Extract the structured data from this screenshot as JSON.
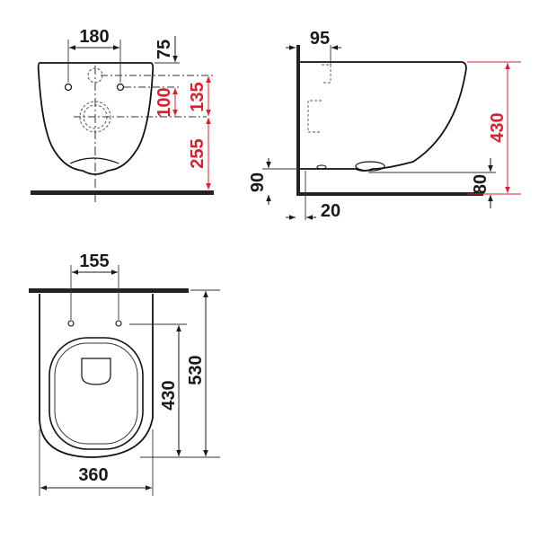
{
  "drawing": {
    "subject": "wall-hung toilet dimension drawing",
    "colors": {
      "outline": "#111111",
      "dimension_black": "#1a1a1a",
      "dimension_red": "#d9202f",
      "background": "#ffffff"
    },
    "units": "mm"
  },
  "front_view": {
    "dimensions": {
      "fixing_hole_spacing": "180",
      "top_to_fixings": "75",
      "inlet_to_outlet_center": "100",
      "top_inlet_to_outlet": "135",
      "outlet_to_floor": "255"
    }
  },
  "side_view": {
    "dimensions": {
      "inlet_depth_from_wall": "95",
      "total_height": "430",
      "base_height_left": "90",
      "base_height_right": "80",
      "wall_offset": "20"
    }
  },
  "top_view": {
    "dimensions": {
      "fixing_hole_spacing": "155",
      "fixings_to_front": "430",
      "total_length": "530",
      "width": "360"
    }
  }
}
